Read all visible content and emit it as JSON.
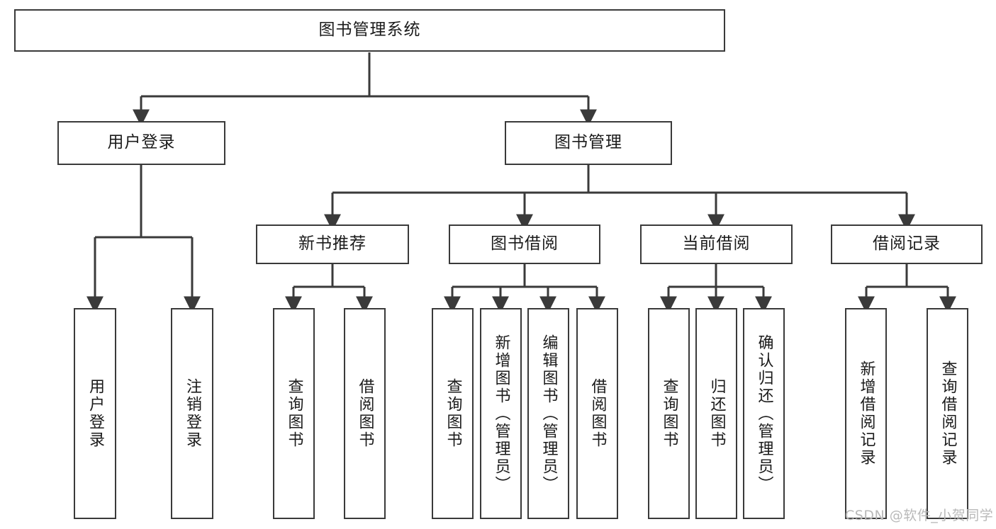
{
  "diagram": {
    "type": "tree-hierarchy-chart",
    "title": "图书管理系统",
    "line_color": "#3a3a3a",
    "box_fill": "#ffffff",
    "text_color": "#1b1b1b",
    "nodes": {
      "root": {
        "label": "图书管理系统"
      },
      "level2": [
        {
          "id": "user-login",
          "label": "用户登录"
        },
        {
          "id": "book-manage",
          "label": "图书管理"
        }
      ],
      "level3": [
        {
          "id": "new-book-recommend",
          "label": "新书推荐"
        },
        {
          "id": "book-borrow",
          "label": "图书借阅"
        },
        {
          "id": "current-borrow",
          "label": "当前借阅"
        },
        {
          "id": "borrow-record",
          "label": "借阅记录"
        }
      ],
      "leaves": [
        {
          "id": "leaf-user-login",
          "label": "用户登录",
          "parent": "user-login"
        },
        {
          "id": "leaf-logout-login",
          "label": "注销登录",
          "parent": "user-login"
        },
        {
          "id": "leaf-query-book-1",
          "label": "查询图书",
          "parent": "new-book-recommend"
        },
        {
          "id": "leaf-borrow-book-1",
          "label": "借阅图书",
          "parent": "new-book-recommend"
        },
        {
          "id": "leaf-query-book-2",
          "label": "查询图书",
          "parent": "book-borrow"
        },
        {
          "id": "leaf-add-book",
          "label": "新增图书（管理员）",
          "parent": "book-borrow"
        },
        {
          "id": "leaf-edit-book",
          "label": "编辑图书（管理员）",
          "parent": "book-borrow"
        },
        {
          "id": "leaf-borrow-book-2",
          "label": "借阅图书",
          "parent": "book-borrow"
        },
        {
          "id": "leaf-query-book-3",
          "label": "查询图书",
          "parent": "current-borrow"
        },
        {
          "id": "leaf-return-book",
          "label": "归还图书",
          "parent": "current-borrow"
        },
        {
          "id": "leaf-confirm-return",
          "label": "确认归还（管理员）",
          "parent": "current-borrow"
        },
        {
          "id": "leaf-add-record",
          "label": "新增借阅记录",
          "parent": "borrow-record"
        },
        {
          "id": "leaf-query-record",
          "label": "查询借阅记录",
          "parent": "borrow-record"
        }
      ]
    },
    "watermark": "CSDN @软件_小贺同学"
  }
}
